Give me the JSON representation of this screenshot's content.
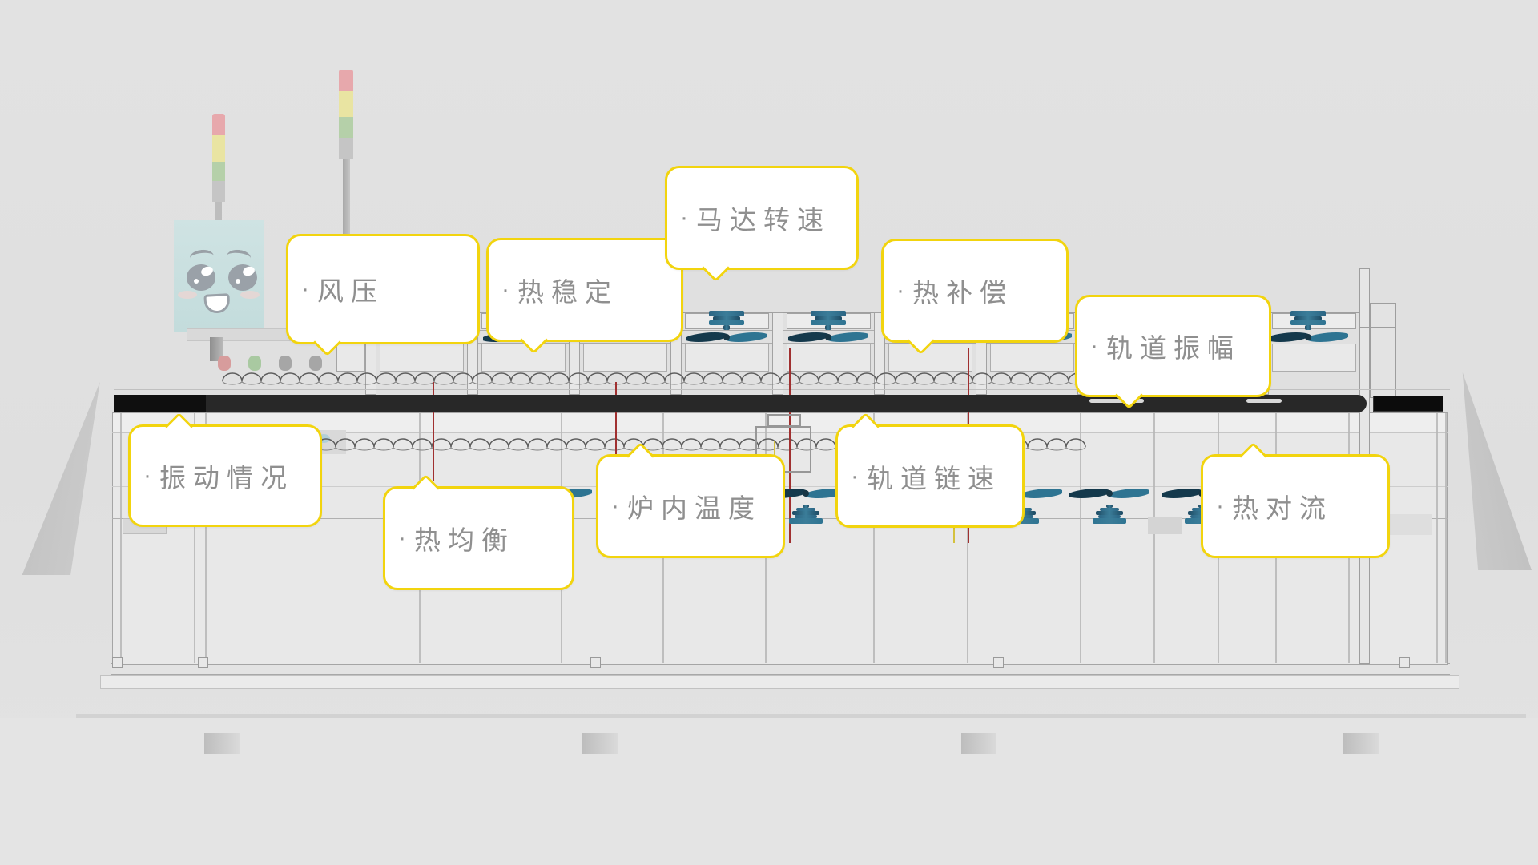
{
  "ui": {
    "bullet": "·"
  },
  "callouts": [
    {
      "id": "wind-pressure",
      "label": "风压"
    },
    {
      "id": "thermal-stability",
      "label": "热稳定"
    },
    {
      "id": "motor-speed",
      "label": "马达转速"
    },
    {
      "id": "thermal-compensation",
      "label": "热补偿"
    },
    {
      "id": "track-amplitude",
      "label": "轨道振幅"
    },
    {
      "id": "vibration-status",
      "label": "振动情况"
    },
    {
      "id": "thermal-balance",
      "label": "热均衡"
    },
    {
      "id": "oven-temperature",
      "label": "炉内温度"
    },
    {
      "id": "track-chain-speed",
      "label": "轨道链速"
    },
    {
      "id": "thermal-convection",
      "label": "热对流"
    }
  ],
  "icons": {
    "mascot": "robot-face",
    "signal_tower": "stack-light",
    "fan": "cooling-fan",
    "conveyor": "chain-wave"
  },
  "indicator_lights": {
    "tower_colors": [
      "#e7a8ac",
      "#e9e4a2",
      "#b5d0a9",
      "#c5c5c5"
    ],
    "panel_dots": [
      "#d79c9c",
      "#a9c9a1",
      "#a6a6a6",
      "#a6a6a6"
    ]
  },
  "colors": {
    "background": "#e0e0e0",
    "bubble_border": "#f2d40e",
    "bubble_text": "#8f8f8f",
    "fan_teal": "#2e7492",
    "fan_dark": "#14394c",
    "conveyor_bar_dark": "#101010",
    "conveyor_bar": "#282828",
    "probe_red": "#a03030",
    "probe_yellow": "#d4c13e",
    "mascot_body": "#cadfe0"
  }
}
